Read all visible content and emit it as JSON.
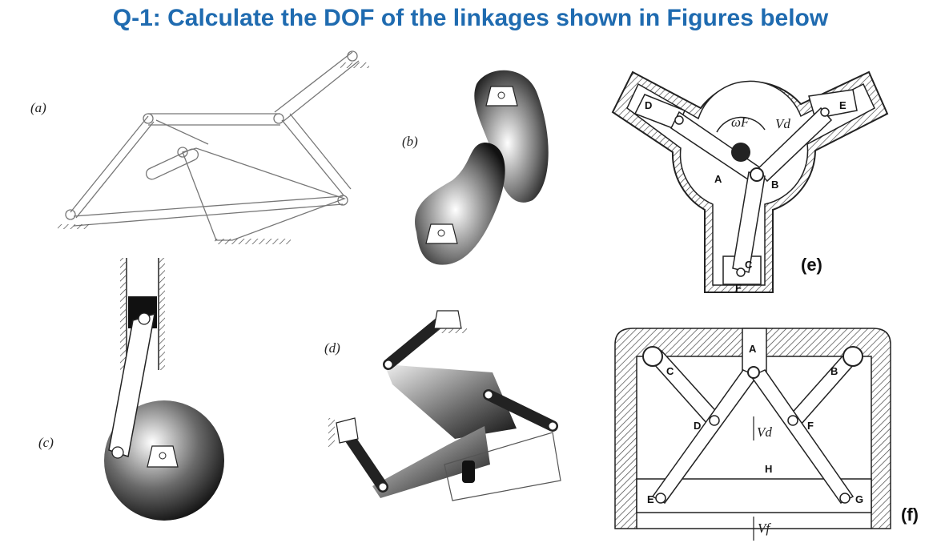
{
  "title": "Q-1: Calculate the DOF of the linkages shown in Figures below",
  "figures": {
    "a": {
      "label": "(a)"
    },
    "b": {
      "label": "(b)"
    },
    "c": {
      "label": "(c)"
    },
    "d": {
      "label": "(d)"
    },
    "e": {
      "label": "(e)",
      "points": [
        "D",
        "A",
        "B",
        "C",
        "E",
        "F"
      ],
      "omega": "ωF",
      "velocity": "Vd"
    },
    "f": {
      "label": "(f)",
      "points": [
        "A",
        "C",
        "B",
        "D",
        "F",
        "E",
        "G",
        "H"
      ],
      "velocity_d": "Vd",
      "velocity_f": "Vf"
    }
  }
}
